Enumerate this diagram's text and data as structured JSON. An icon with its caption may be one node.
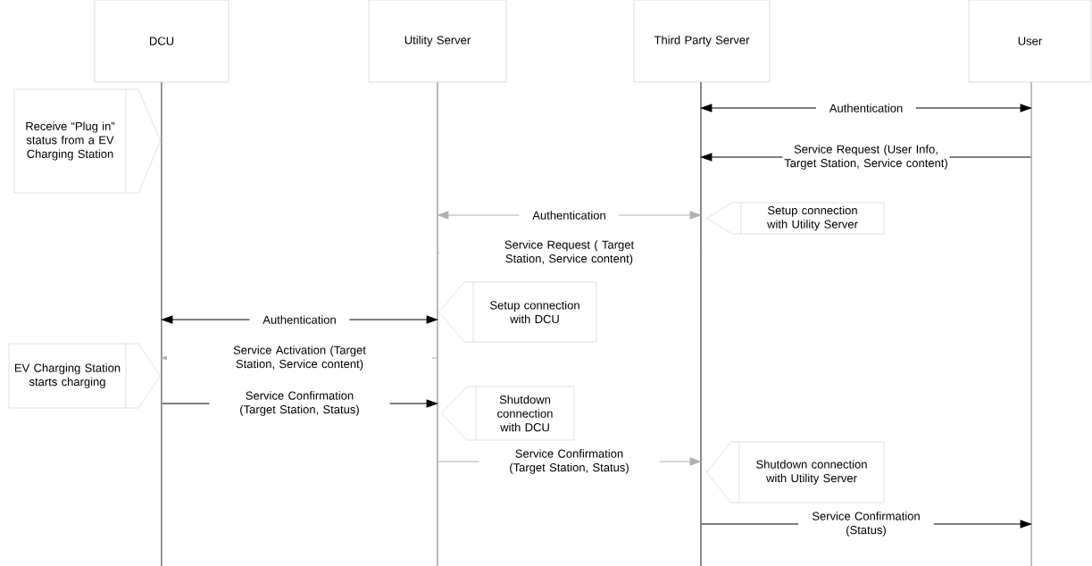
{
  "diagram": {
    "nodes": [
      {
        "text": [
          "DCU"
        ]
      },
      {
        "text": [
          "Utility Server"
        ]
      },
      {
        "text": [
          "Third Party Server"
        ]
      },
      {
        "text": [
          "User"
        ]
      },
      {
        "text": [
          "Receive “Plug in” status from a EV Charging Station"
        ]
      },
      {
        "text": [
          "Setup connection with Utility Server"
        ]
      },
      {
        "text": [
          "Setup connection with DCU"
        ]
      },
      {
        "text": [
          "EV Charging Station starts charging"
        ]
      },
      {
        "text": [
          "Shutdown connection with DCU"
        ]
      },
      {
        "text": [
          "Shutdown connection with Utility Server"
        ]
      },
      {
        "text": [],
        "shape": "line"
      },
      {
        "text": [],
        "shape": "line"
      },
      {
        "text": [],
        "shape": "line"
      },
      {
        "text": [],
        "shape": "line"
      }
    ],
    "edges": [
      {
        "from": 12,
        "to": 13,
        "arrow": "both",
        "label": "Authentication"
      },
      {
        "from": 13,
        "to": 12,
        "arrow": "to",
        "label": "Service Request (User Info, Target Station, Service content)"
      },
      {
        "from": 11,
        "to": 12,
        "arrow": "both",
        "label": "Authentication",
        "color": "#b0b0b0"
      },
      {
        "from": 12,
        "to": 11,
        "arrow": "to",
        "label": "Service Request ( Target Station, Service content)",
        "color": "#b0b0b0"
      },
      {
        "from": 10,
        "to": 11,
        "arrow": "both",
        "label": "Authentication"
      },
      {
        "from": 11,
        "to": 10,
        "arrow": "to",
        "label": "Service Activation (Target Station, Service content)",
        "color": "#b0b0b0"
      },
      {
        "from": 10,
        "to": 11,
        "arrow": "to",
        "label": "Service Confirmation (Target Station, Status)"
      },
      {
        "from": 11,
        "to": 12,
        "arrow": "to",
        "label": "Service Confirmation (Target Station, Status)",
        "color": "#b0b0b0"
      },
      {
        "from": 12,
        "to": 13,
        "arrow": "to",
        "label": "Service Confirmation (Status)"
      }
    ]
  }
}
